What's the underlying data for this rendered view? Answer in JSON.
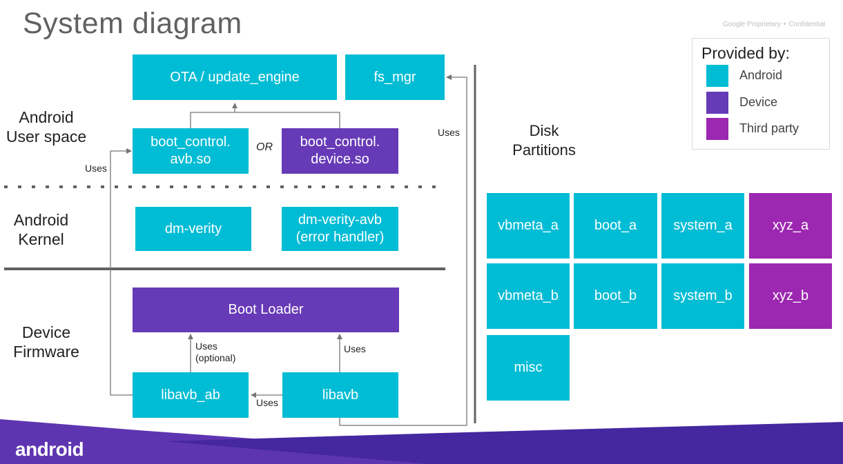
{
  "title": "System diagram",
  "confidential": "Google Proprietary + Confidential",
  "layers": {
    "userspace": "Android\nUser space",
    "kernel": "Android\nKernel",
    "firmware": "Device\nFirmware"
  },
  "boxes": {
    "ota": "OTA / update_engine",
    "fs_mgr": "fs_mgr",
    "boot_control_avb": "boot_control.\navb.so",
    "boot_control_device": "boot_control.\ndevice.so",
    "dm_verity": "dm-verity",
    "dm_verity_avb": "dm-verity-avb\n(error handler)",
    "boot_loader": "Boot Loader",
    "libavb_ab": "libavb_ab",
    "libavb": "libavb"
  },
  "labels": {
    "or": "OR",
    "uses_left": "Uses",
    "uses_right": "Uses",
    "uses_optional": "Uses\n(optional)",
    "uses_libavb": "Uses",
    "uses_bottom": "Uses"
  },
  "disk": {
    "title": "Disk\nPartitions",
    "partitions": [
      {
        "label": "vbmeta_a",
        "provider": "android"
      },
      {
        "label": "boot_a",
        "provider": "android"
      },
      {
        "label": "system_a",
        "provider": "android"
      },
      {
        "label": "xyz_a",
        "provider": "third"
      },
      {
        "label": "vbmeta_b",
        "provider": "android"
      },
      {
        "label": "boot_b",
        "provider": "android"
      },
      {
        "label": "system_b",
        "provider": "android"
      },
      {
        "label": "xyz_b",
        "provider": "third"
      },
      {
        "label": "misc",
        "provider": "android"
      }
    ]
  },
  "legend": {
    "title": "Provided by:",
    "items": [
      {
        "label": "Android",
        "color": "#00bcd4"
      },
      {
        "label": "Device",
        "color": "#673ab7"
      },
      {
        "label": "Third party",
        "color": "#9c27b0"
      }
    ]
  },
  "colors": {
    "android": "#00bcd4",
    "device": "#673ab7",
    "third_party": "#9c27b0"
  },
  "brand": "android",
  "brand_icon": "android-wordmark"
}
